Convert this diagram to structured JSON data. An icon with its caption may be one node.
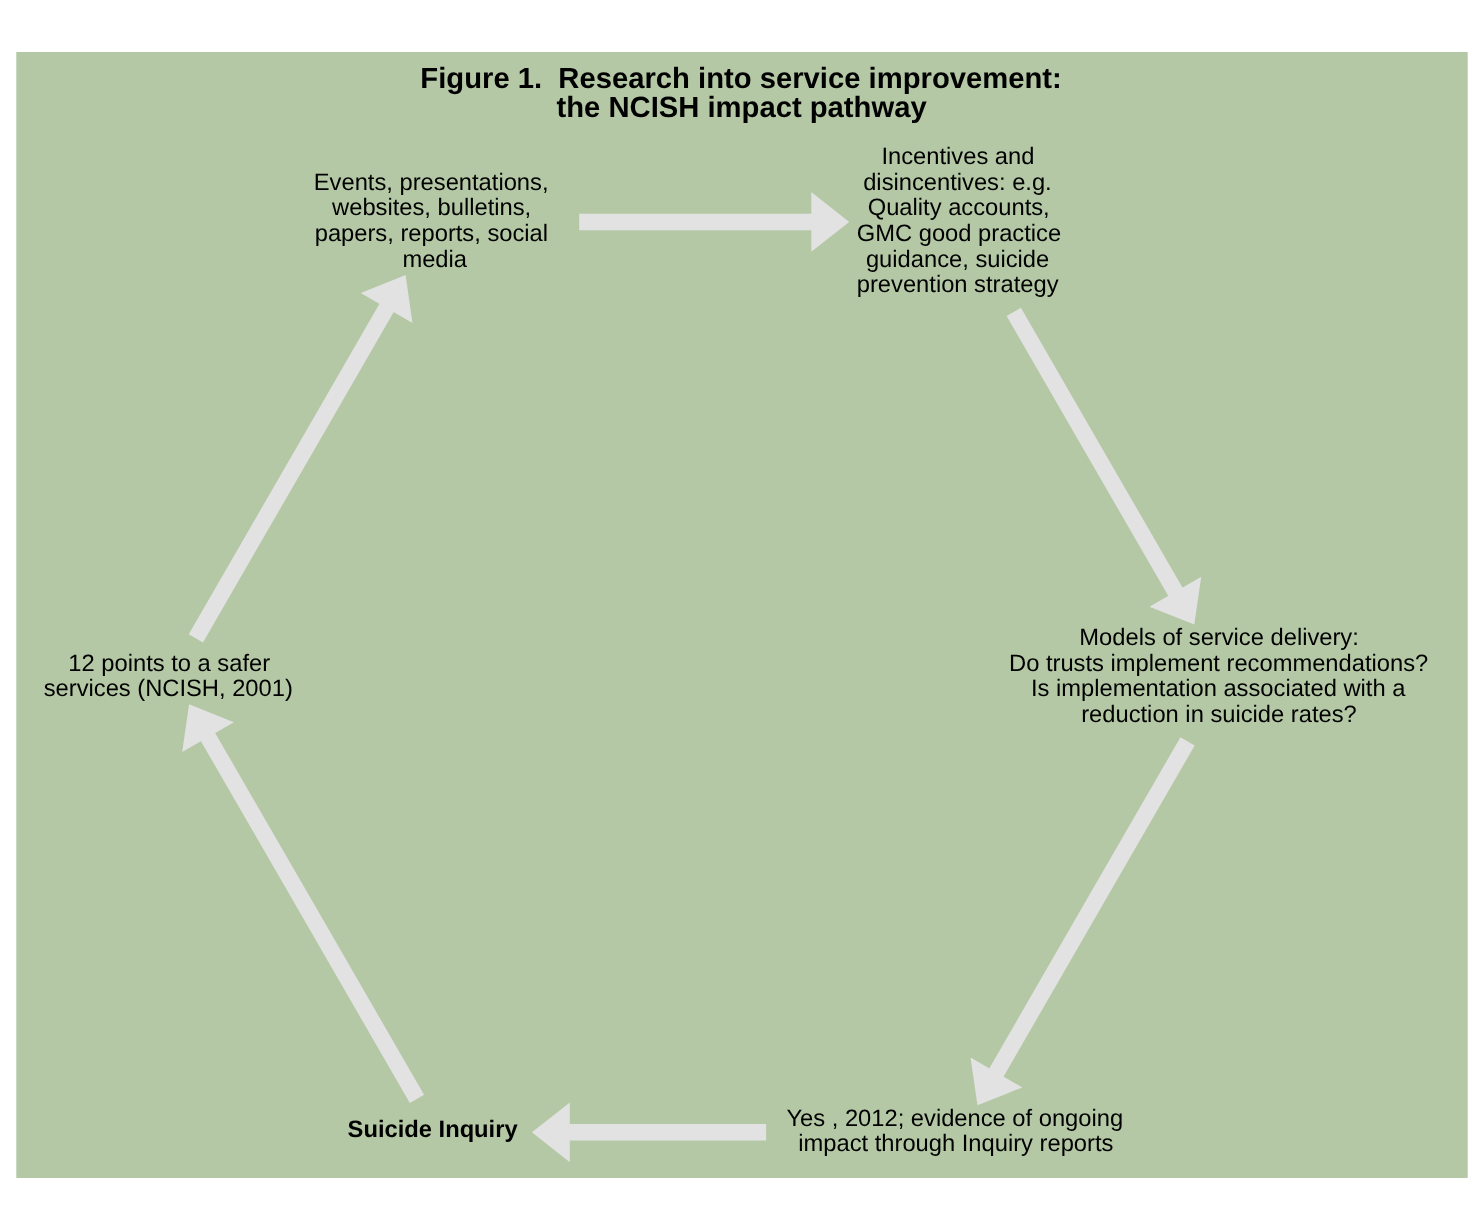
{
  "diagram": {
    "title": "Figure 1.  Research into service improvement: the NCISH impact pathway",
    "nodes": [
      {
        "text": [
          "Yes , 2012; evidence of ongoing impact through Inquiry reports"
        ]
      },
      {
        "text": [
          "Suicide Inquiry"
        ]
      },
      {
        "text": [
          "12 points to a safer services (NCISH, 2001)"
        ]
      },
      {
        "text": [
          "Events, presentations, websites, bulletins, papers, reports, social media"
        ]
      },
      {
        "text": [
          "Incentives and disincentives: e.g. Quality accounts, GMC good practice guidance, suicide prevention strategy"
        ]
      },
      {
        "text": [
          "Models of service delivery:",
          "Do trusts implement recommendations?",
          "Is implementation associated with a reduction in suicide rates?"
        ]
      }
    ],
    "edges": [
      {
        "from": 0,
        "to": 1,
        "arrow": "to"
      },
      {
        "from": 1,
        "to": 2,
        "arrow": "to"
      },
      {
        "from": 2,
        "to": 3,
        "arrow": "to"
      },
      {
        "from": 3,
        "to": 4,
        "arrow": "to"
      },
      {
        "from": 4,
        "to": 5,
        "arrow": "to"
      },
      {
        "from": 5,
        "to": 0,
        "arrow": "to"
      }
    ]
  }
}
